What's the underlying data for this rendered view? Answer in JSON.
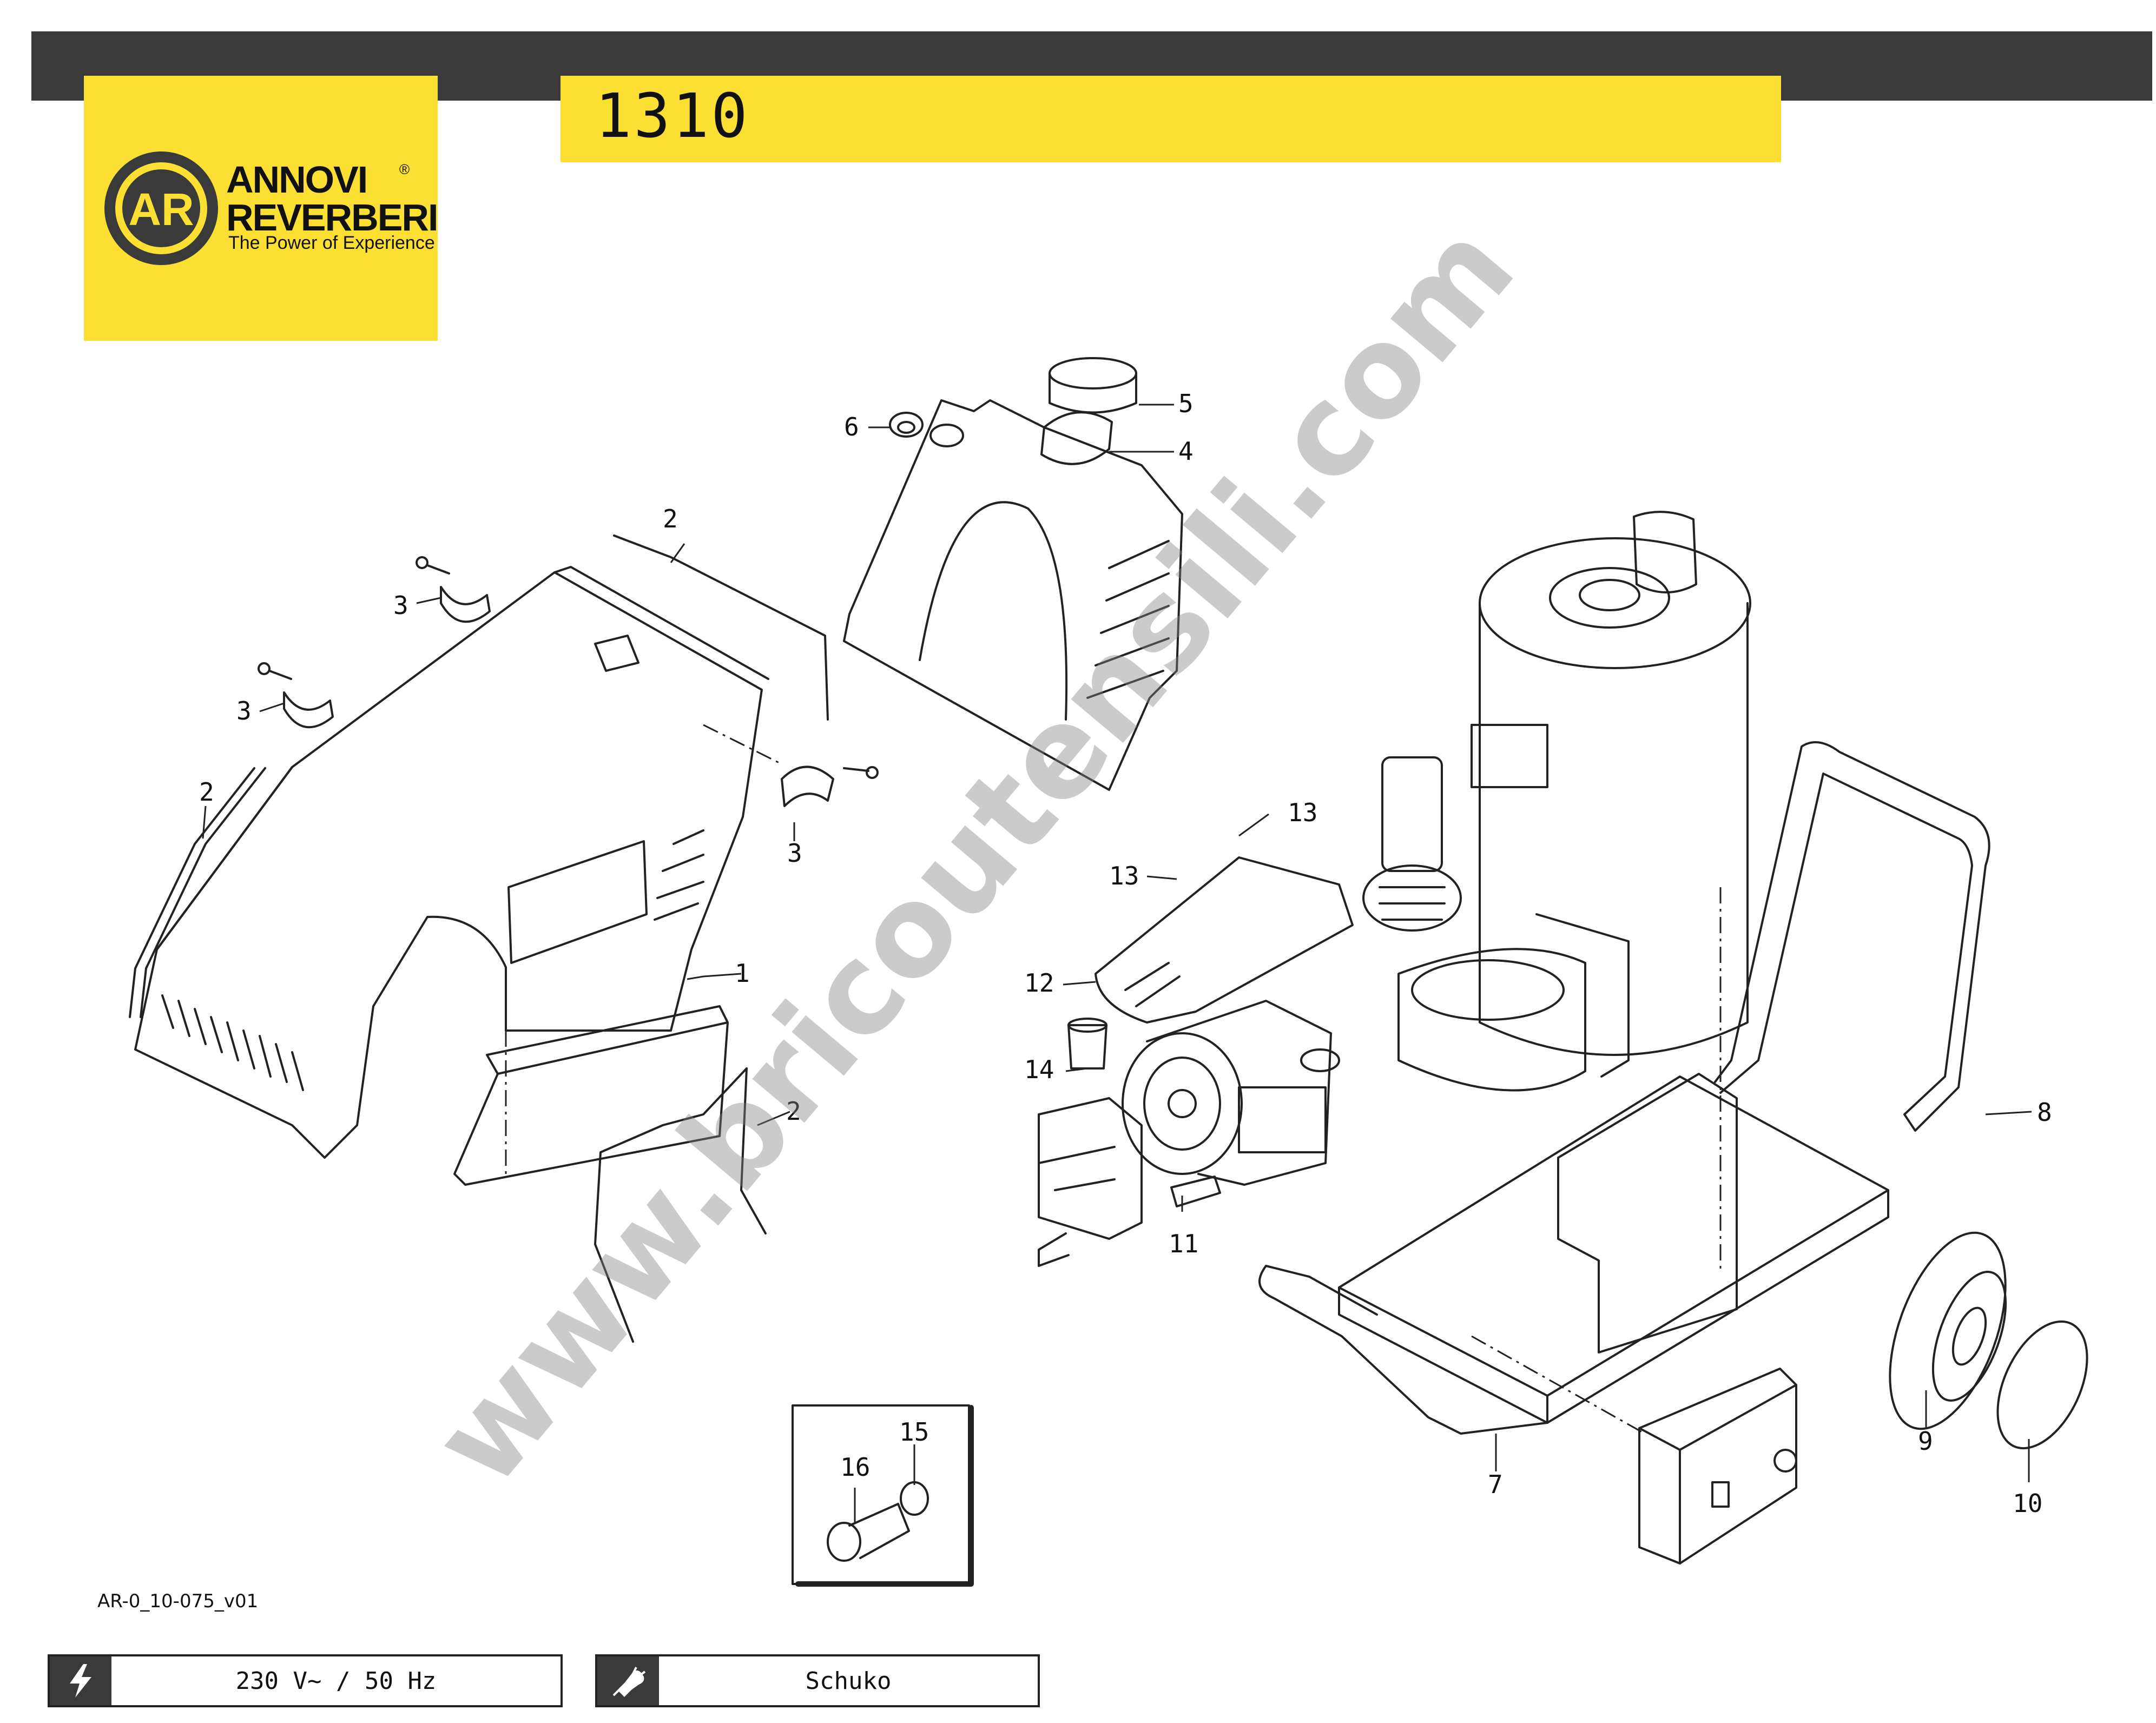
{
  "header": {
    "model_title": "1310",
    "brand_line1": "ANNOVI",
    "brand_line2": "REVERBERI",
    "tagline": "The Power of Experience",
    "logo_mark": "AR",
    "registered_mark": "®"
  },
  "watermark": "www.bricoutensili.com",
  "diagram": {
    "callouts": [
      {
        "label": "1"
      },
      {
        "label": "2"
      },
      {
        "label": "2"
      },
      {
        "label": "2"
      },
      {
        "label": "3"
      },
      {
        "label": "3"
      },
      {
        "label": "3"
      },
      {
        "label": "4"
      },
      {
        "label": "5"
      },
      {
        "label": "6"
      },
      {
        "label": "7"
      },
      {
        "label": "8"
      },
      {
        "label": "9"
      },
      {
        "label": "10"
      },
      {
        "label": "11"
      },
      {
        "label": "12"
      },
      {
        "label": "13"
      },
      {
        "label": "13"
      },
      {
        "label": "14"
      },
      {
        "label": "15"
      },
      {
        "label": "16"
      }
    ]
  },
  "footer": {
    "doc_id": "AR-0_10-075_v01",
    "voltage_label": "230 V~ / 50 Hz",
    "plug_label": "Schuko",
    "voltage_icon": "lightning-icon",
    "plug_icon": "plug-icon"
  },
  "colors": {
    "brand_yellow": "#fbe033",
    "dark_bar": "#3a3a3a",
    "line": "#222222"
  }
}
